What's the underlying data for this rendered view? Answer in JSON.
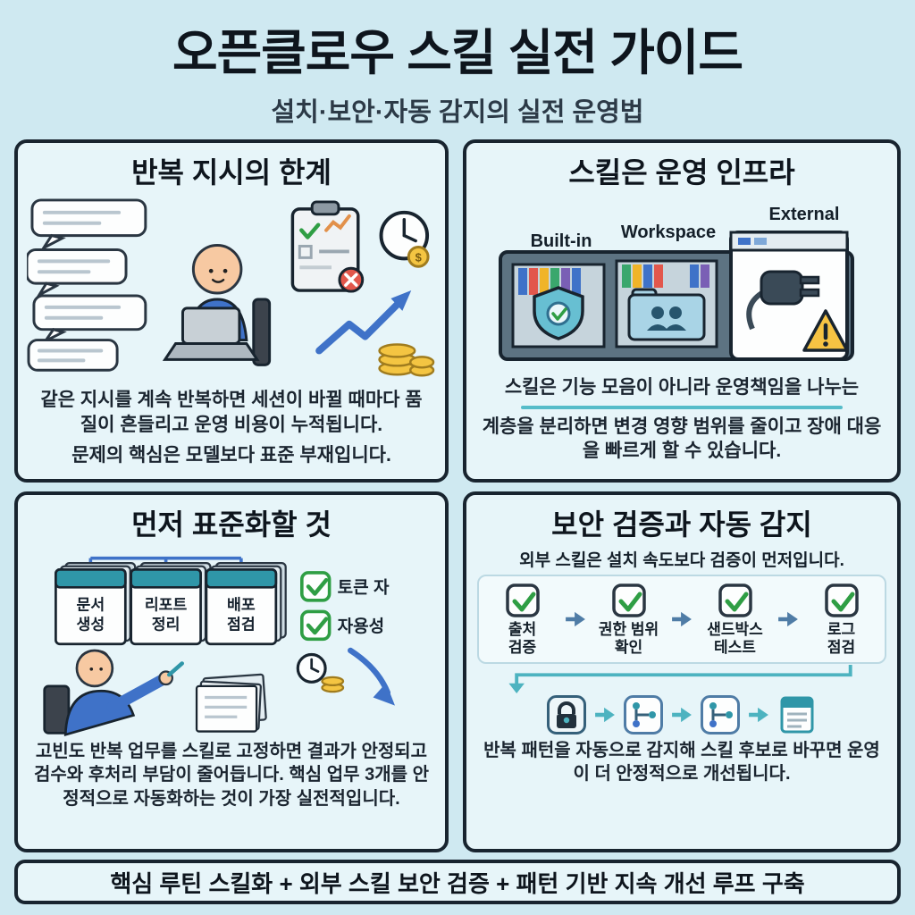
{
  "page": {
    "title": "오픈클로우 스킬 실전 가이드",
    "subtitle": "설치·보안·자동 감지의 실전 운영법"
  },
  "panels": {
    "repetition": {
      "title": "반복 지시의 한계",
      "body1": "같은 지시를 계속 반복하면 세션이 바뀔 때마다 품질이 흔들리고 운영 비용이 누적됩니다.",
      "body2": "문제의 핵심은 모델보다 표준 부재입니다."
    },
    "infra": {
      "title": "스킬은 운영 인프라",
      "shelf_labels": [
        "Built-in",
        "Workspace",
        "External"
      ],
      "body1": "스킬은 기능 모음이 아니라 운영책임을 나누는",
      "body2": "계층을 분리하면 변경 영향 범위를 줄이고 장애 대응을 빠르게 할 수 있습니다."
    },
    "standardize": {
      "title": "먼저 표준화할 것",
      "cards": [
        {
          "line1": "문서",
          "line2": "생성"
        },
        {
          "line1": "리포트",
          "line2": "정리"
        },
        {
          "line1": "배포",
          "line2": "점검"
        }
      ],
      "checks": [
        "토큰 자",
        "자용성"
      ],
      "body": "고빈도 반복 업무를 스킬로 고정하면 결과가 안정되고 검수와 후처리 부담이 줄어듭니다. 핵심 업무 3개를 안정적으로 자동화하는 것이 가장 실전적입니다."
    },
    "security": {
      "title": "보안 검증과 자동 감지",
      "subtitle": "외부 스킬은 설치 속도보다 검증이 먼저입니다.",
      "steps": [
        "출처\n검증",
        "권한 범위\n확인",
        "샌드박스\n테스트",
        "로그\n점검"
      ],
      "body": "반복 패턴을 자동으로 감지해 스킬 후보로 바꾸면 운영이 더 안정적으로 개선됩니다."
    }
  },
  "footer": {
    "text": "핵심 루틴 스킬화 + 외부 스킬 보안 검증 + 패턴 기반 지속 개선 루프 구축"
  }
}
